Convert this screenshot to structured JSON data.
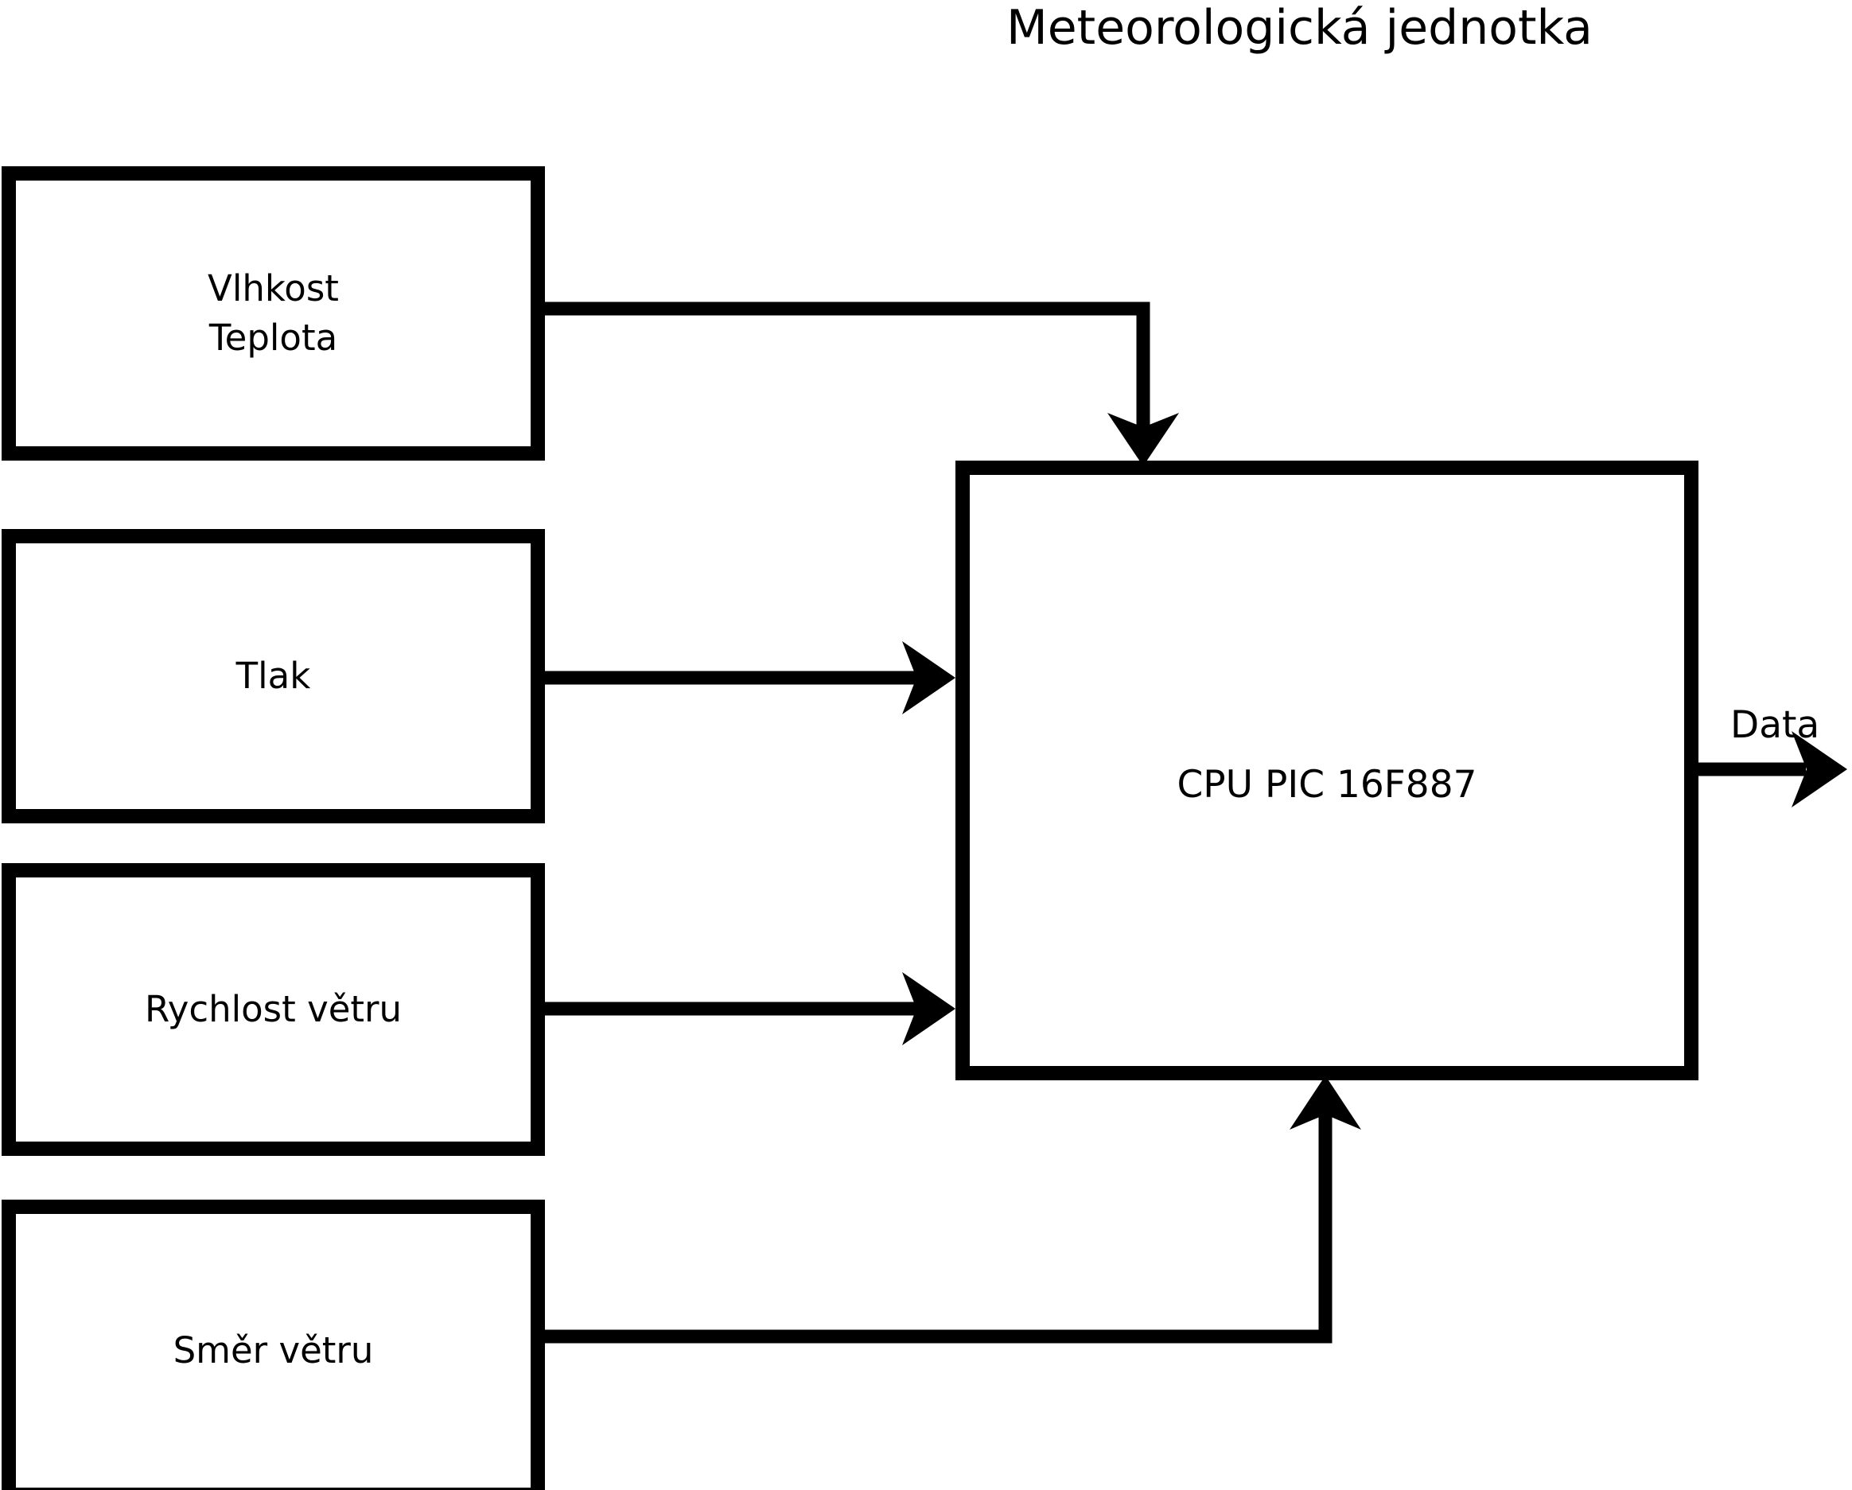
{
  "diagram": {
    "title": "Meteorologická jednotka",
    "type": "block-diagram",
    "background_color": "#ffffff",
    "line_color": "#000000",
    "blocks": [
      {
        "id": "humidity-temp",
        "label": "Vlhkost\nTeplota",
        "role": "sensor-input"
      },
      {
        "id": "pressure",
        "label": "Tlak",
        "role": "sensor-input"
      },
      {
        "id": "wind-speed",
        "label": "Rychlost větru",
        "role": "sensor-input"
      },
      {
        "id": "wind-direction",
        "label": "Směr větru",
        "role": "sensor-input"
      },
      {
        "id": "cpu",
        "label": "CPU PIC 16F887",
        "role": "processor"
      }
    ],
    "connections": [
      {
        "from": "humidity-temp",
        "to": "cpu",
        "style": "elbow-down",
        "arrow": true
      },
      {
        "from": "pressure",
        "to": "cpu",
        "style": "straight-right",
        "arrow": true
      },
      {
        "from": "wind-speed",
        "to": "cpu",
        "style": "straight-right",
        "arrow": true
      },
      {
        "from": "wind-direction",
        "to": "cpu",
        "style": "elbow-up",
        "arrow": true
      }
    ],
    "outputs": [
      {
        "id": "data-out",
        "label": "Data",
        "from": "cpu",
        "arrow": true
      }
    ]
  }
}
